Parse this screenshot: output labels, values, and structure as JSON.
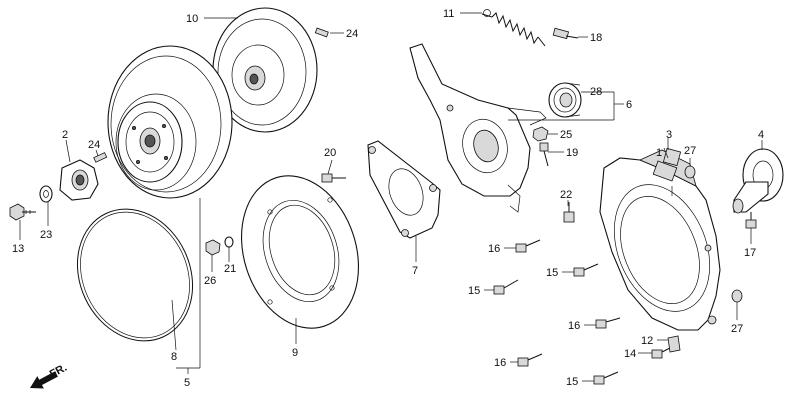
{
  "labels": {
    "p1": "1",
    "p2": "2",
    "p3": "3",
    "p4": "4",
    "p5": "5",
    "p6": "6",
    "p7": "7",
    "p8": "8",
    "p9": "9",
    "p10": "10",
    "p11": "11",
    "p12": "12",
    "p13": "13",
    "p14": "14",
    "p15a": "15",
    "p15b": "15",
    "p15c": "15",
    "p16a": "16",
    "p16b": "16",
    "p16c": "16",
    "p17": "17",
    "p18": "18",
    "p19": "19",
    "p20": "20",
    "p21": "21",
    "p22": "22",
    "p23": "23",
    "p24a": "24",
    "p24b": "24",
    "p25": "25",
    "p26": "26",
    "p27a": "27",
    "p27b": "27",
    "p28": "28"
  },
  "direction": {
    "label": "FR."
  },
  "icons": {
    "direction": "arrow-icon"
  }
}
